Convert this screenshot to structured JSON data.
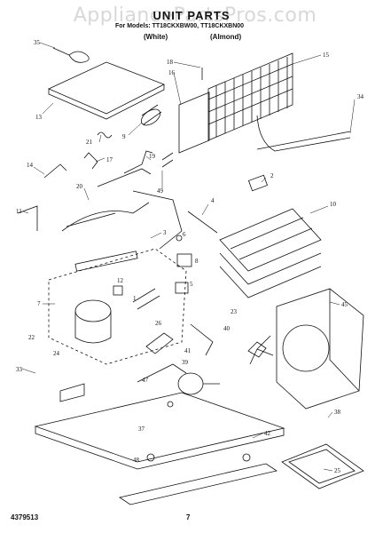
{
  "watermark": "AppliancePartsPros.com",
  "title": "UNIT PARTS",
  "for_models": "For Models: TT18CKXBW00, TT18CKXBN00",
  "colors": [
    "(White)",
    "(Almond)"
  ],
  "footer": {
    "doc_number": "4379513",
    "page": "7"
  },
  "callouts": [
    "35",
    "18",
    "16",
    "15",
    "13",
    "9",
    "21",
    "34",
    "14",
    "17",
    "19",
    "20",
    "49",
    "11",
    "3",
    "2",
    "4",
    "10",
    "1",
    "12",
    "8",
    "5",
    "6",
    "7",
    "22",
    "24",
    "33",
    "26",
    "47",
    "23",
    "40",
    "41",
    "39",
    "45",
    "38",
    "25",
    "42",
    "37",
    "48"
  ]
}
